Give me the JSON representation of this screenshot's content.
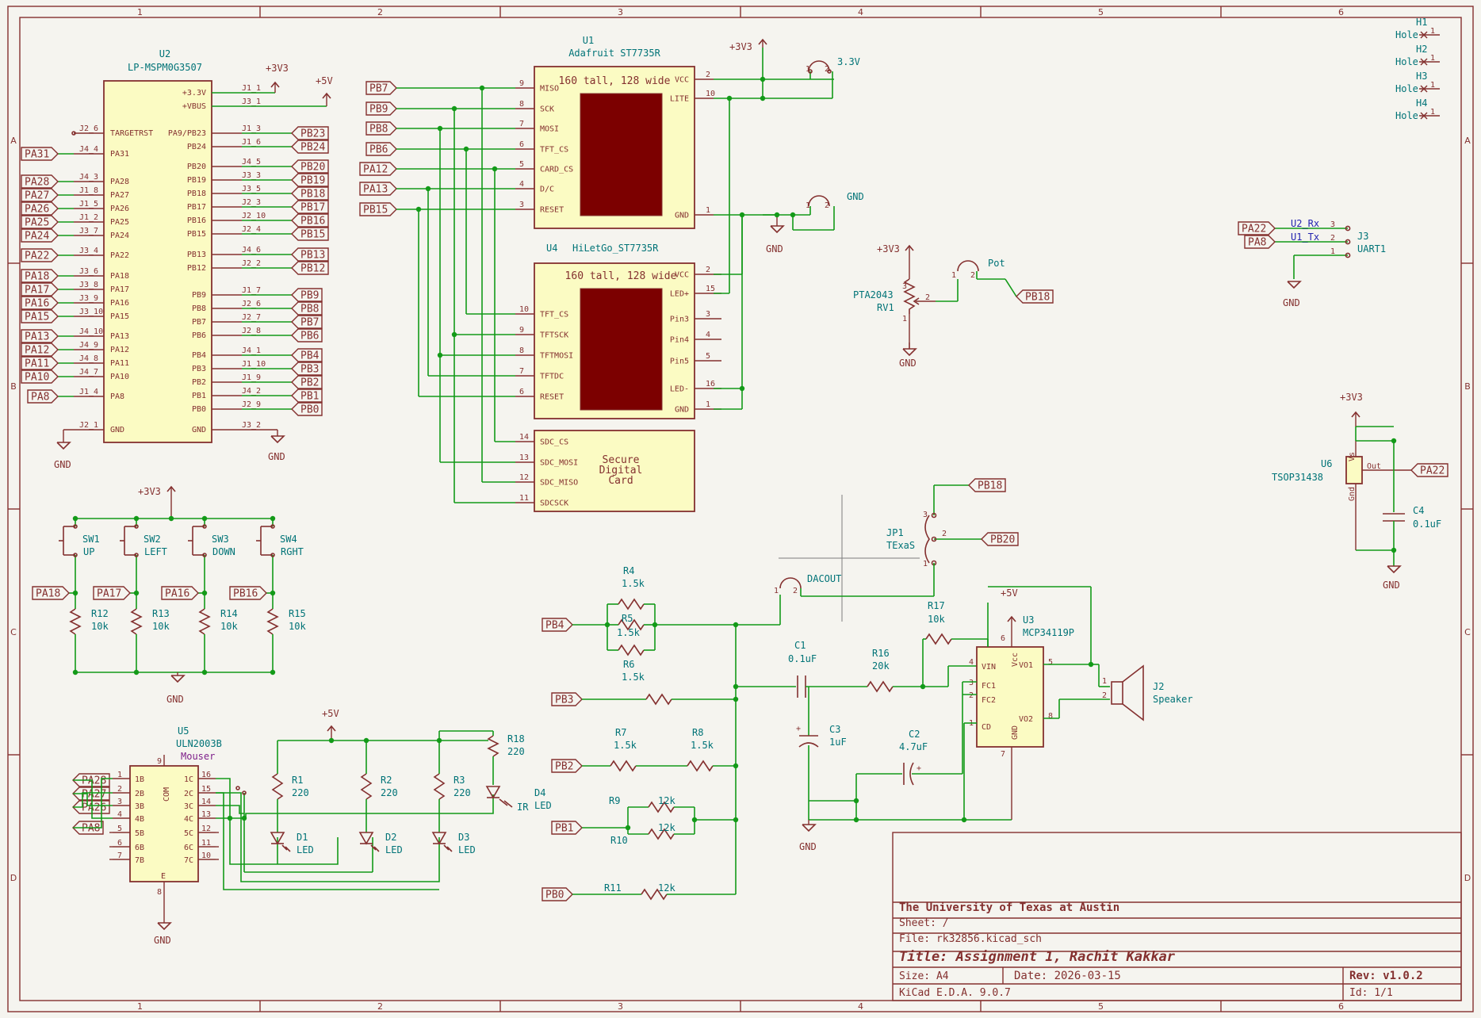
{
  "frame": {
    "col_numbers": [
      "1",
      "2",
      "3",
      "4",
      "5",
      "6"
    ],
    "row_letters": [
      "A",
      "B",
      "C",
      "D"
    ]
  },
  "title_block": {
    "org": "The University of Texas at Austin",
    "sheet": "Sheet: /",
    "file": "File: rk32856.kicad_sch",
    "title": "Title: Assignment 1, Rachit Kakkar",
    "size": "Size: A4",
    "date": "Date: 2026-03-15",
    "rev": "Rev: v1.0.2",
    "tool": "KiCad E.D.A. 9.0.7",
    "id": "Id: 1/1"
  },
  "u2": {
    "ref": "U2",
    "value": "LP-MSPM0G3507",
    "left_pins": [
      {
        "name": "TARGETRST",
        "num": "J2_6",
        "label": ""
      },
      {
        "name": "PA31",
        "num": "J4_4",
        "label": "PA31"
      },
      {
        "name": "PA28",
        "num": "J4_3",
        "label": "PA28"
      },
      {
        "name": "PA27",
        "num": "J1_8",
        "label": "PA27"
      },
      {
        "name": "PA26",
        "num": "J1_5",
        "label": "PA26"
      },
      {
        "name": "PA25",
        "num": "J1_2",
        "label": "PA25"
      },
      {
        "name": "PA24",
        "num": "J3_7",
        "label": "PA24"
      },
      {
        "name": "PA22",
        "num": "J3_4",
        "label": "PA22"
      },
      {
        "name": "PA18",
        "num": "J3_6",
        "label": "PA18"
      },
      {
        "name": "PA17",
        "num": "J3_8",
        "label": "PA17"
      },
      {
        "name": "PA16",
        "num": "J3_9",
        "label": "PA16"
      },
      {
        "name": "PA15",
        "num": "J3_10",
        "label": "PA15"
      },
      {
        "name": "PA13",
        "num": "J4_10",
        "label": "PA13"
      },
      {
        "name": "PA12",
        "num": "J4_9",
        "label": "PA12"
      },
      {
        "name": "PA11",
        "num": "J4_8",
        "label": "PA11"
      },
      {
        "name": "PA10",
        "num": "J4_7",
        "label": "PA10"
      },
      {
        "name": "PA8",
        "num": "J1_4",
        "label": "PA8"
      },
      {
        "name": "GND",
        "num": "J2_1",
        "label": ""
      }
    ],
    "right_pins": [
      {
        "name": "+3.3V",
        "num": "J1_1",
        "label": ""
      },
      {
        "name": "+VBUS",
        "num": "J3_1",
        "label": ""
      },
      {
        "name": "PA9/PB23",
        "num": "J1_3",
        "label": "PB23"
      },
      {
        "name": "PB24",
        "num": "J1_6",
        "label": "PB24"
      },
      {
        "name": "PB20",
        "num": "J4_5",
        "label": "PB20"
      },
      {
        "name": "PB19",
        "num": "J3_3",
        "label": "PB19"
      },
      {
        "name": "PB18",
        "num": "J3_5",
        "label": "PB18"
      },
      {
        "name": "PB17",
        "num": "J2_3",
        "label": "PB17"
      },
      {
        "name": "PB16",
        "num": "J2_10",
        "label": "PB16"
      },
      {
        "name": "PB15",
        "num": "J2_4",
        "label": "PB15"
      },
      {
        "name": "PB13",
        "num": "J4_6",
        "label": "PB13"
      },
      {
        "name": "PB12",
        "num": "J2_2",
        "label": "PB12"
      },
      {
        "name": "PB9",
        "num": "J1_7",
        "label": "PB9"
      },
      {
        "name": "PB8",
        "num": "J2_6",
        "label": "PB8"
      },
      {
        "name": "PB7",
        "num": "J2_7",
        "label": "PB7"
      },
      {
        "name": "PB6",
        "num": "J2_8",
        "label": "PB6"
      },
      {
        "name": "PB4",
        "num": "J4_1",
        "label": "PB4"
      },
      {
        "name": "PB3",
        "num": "J1_10",
        "label": "PB3"
      },
      {
        "name": "PB2",
        "num": "J1_9",
        "label": "PB2"
      },
      {
        "name": "PB1",
        "num": "J4_2",
        "label": "PB1"
      },
      {
        "name": "PB0",
        "num": "J2_9",
        "label": "PB0"
      },
      {
        "name": "GND",
        "num": "J3_2",
        "label": ""
      }
    ]
  },
  "power": {
    "p3v3": "+3V3",
    "p5v": "+5V",
    "gnd": "GND",
    "v33": "3.3V"
  },
  "u1": {
    "ref": "U1",
    "value": "Adafruit ST7735R",
    "screen_text": "160 tall, 128 wide",
    "left_pins": [
      {
        "name": "MISO",
        "num": "9",
        "label": "PB7"
      },
      {
        "name": "SCK",
        "num": "8",
        "label": "PB9"
      },
      {
        "name": "MOSI",
        "num": "7",
        "label": "PB8"
      },
      {
        "name": "TFT_CS",
        "num": "6",
        "label": "PB6"
      },
      {
        "name": "CARD_CS",
        "num": "5",
        "label": "PA12"
      },
      {
        "name": "D/C",
        "num": "4",
        "label": "PA13"
      },
      {
        "name": "RESET",
        "num": "3",
        "label": "PB15"
      }
    ],
    "right_pins": [
      {
        "name": "VCC",
        "num": "2"
      },
      {
        "name": "LITE",
        "num": "10"
      },
      {
        "name": "GND",
        "num": "1"
      }
    ]
  },
  "u4": {
    "ref": "U4",
    "value": "HiLetGo_ST7735R",
    "screen_text": "160 tall, 128 wide",
    "left_pins": [
      {
        "name": "TFT_CS",
        "num": "10"
      },
      {
        "name": "TFTSCK",
        "num": "9"
      },
      {
        "name": "TFTMOSI",
        "num": "8"
      },
      {
        "name": "TFTDC",
        "num": "7"
      },
      {
        "name": "RESET",
        "num": "6"
      }
    ],
    "right_pins": [
      {
        "name": "VCC",
        "num": "2"
      },
      {
        "name": "LED+",
        "num": "15"
      },
      {
        "name": "Pin3",
        "num": "3"
      },
      {
        "name": "Pin4",
        "num": "4"
      },
      {
        "name": "Pin5",
        "num": "5"
      },
      {
        "name": "LED-",
        "num": "16"
      },
      {
        "name": "GND",
        "num": "1"
      }
    ],
    "sd_pins": [
      {
        "name": "SDC_CS",
        "num": "14"
      },
      {
        "name": "SDC_MOSI",
        "num": "13"
      },
      {
        "name": "SDC_MISO",
        "num": "12"
      },
      {
        "name": "SDCSCK",
        "num": "11"
      }
    ],
    "sd_text": [
      "Secure",
      "Digital",
      "Card"
    ]
  },
  "jumpers": {
    "j33": "3.3V",
    "jgnd": "GND",
    "pot": "Pot",
    "dacout": "DACOUT"
  },
  "rv1": {
    "ref": "RV1",
    "value": "PTA2043",
    "label": "PB18",
    "pins": [
      "3",
      "2",
      "1"
    ]
  },
  "holes": [
    "H1",
    "H2",
    "H3",
    "H4"
  ],
  "hole_value": "Hole",
  "j3": {
    "ref": "J3",
    "value": "UART1",
    "labels": [
      "PA22",
      "PA8"
    ],
    "nets": [
      "U2_Rx",
      "U1_Tx"
    ],
    "pins": [
      "3",
      "2",
      "1"
    ]
  },
  "u6": {
    "ref": "U6",
    "value": "TSOP31438",
    "pins": [
      "Vs",
      "Out",
      "Gnd"
    ],
    "label": "PA22"
  },
  "c4": {
    "ref": "C4",
    "value": "0.1uF"
  },
  "switches": [
    {
      "ref": "SW1",
      "value": "UP",
      "label": "PA18",
      "r": "R12",
      "rv": "10k"
    },
    {
      "ref": "SW2",
      "value": "LEFT",
      "label": "PA17",
      "r": "R13",
      "rv": "10k"
    },
    {
      "ref": "SW3",
      "value": "DOWN",
      "label": "PA16",
      "r": "R14",
      "rv": "10k"
    },
    {
      "ref": "SW4",
      "value": "RGHT",
      "label": "PB16",
      "r": "R15",
      "rv": "10k"
    }
  ],
  "dac": {
    "r4": {
      "ref": "R4",
      "value": "1.5k"
    },
    "r5": {
      "ref": "R5",
      "value": "1.5k"
    },
    "r6": {
      "ref": "R6",
      "value": "1.5k"
    },
    "r7": {
      "ref": "R7",
      "value": "1.5k"
    },
    "r8": {
      "ref": "R8",
      "value": "1.5k"
    },
    "r9": {
      "ref": "R9",
      "value": "12k"
    },
    "r10": {
      "ref": "R10",
      "value": "12k"
    },
    "r11": {
      "ref": "R11",
      "value": "12k"
    },
    "labels": [
      "PB4",
      "PB3",
      "PB2",
      "PB1",
      "PB0"
    ]
  },
  "jp1": {
    "ref": "JP1",
    "value": "TExaS",
    "labels": [
      "PB18",
      "PB20"
    ],
    "pins": [
      "3",
      "2",
      "1"
    ]
  },
  "u3": {
    "ref": "U3",
    "value": "MCP34119P",
    "pins": [
      {
        "name": "VIN",
        "num": "4"
      },
      {
        "name": "FC1",
        "num": "3"
      },
      {
        "name": "FC2",
        "num": "2"
      },
      {
        "name": "CD",
        "num": "1"
      },
      {
        "name": "VO1",
        "num": "5"
      },
      {
        "name": "VO2",
        "num": "8"
      },
      {
        "name": "Vcc",
        "num": "6"
      },
      {
        "name": "GND",
        "num": "7"
      }
    ]
  },
  "caps": {
    "c1": {
      "ref": "C1",
      "value": "0.1uF"
    },
    "c2": {
      "ref": "C2",
      "value": "4.7uF"
    },
    "c3": {
      "ref": "C3",
      "value": "1uF"
    }
  },
  "r16": {
    "ref": "R16",
    "value": "20k"
  },
  "r17": {
    "ref": "R17",
    "value": "10k"
  },
  "j2": {
    "ref": "J2",
    "value": "Speaker",
    "pins": [
      "1",
      "2"
    ]
  },
  "u5": {
    "ref": "U5",
    "value": "ULN2003B",
    "mfr": "Mouser",
    "left": [
      {
        "name": "1B",
        "num": "1"
      },
      {
        "name": "2B",
        "num": "2"
      },
      {
        "name": "3B",
        "num": "3"
      },
      {
        "name": "4B",
        "num": "4"
      },
      {
        "name": "5B",
        "num": "5"
      },
      {
        "name": "6B",
        "num": "6"
      },
      {
        "name": "7B",
        "num": "7"
      }
    ],
    "right": [
      {
        "name": "1C",
        "num": "16"
      },
      {
        "name": "2C",
        "num": "15"
      },
      {
        "name": "3C",
        "num": "14"
      },
      {
        "name": "4C",
        "num": "13"
      },
      {
        "name": "5C",
        "num": "12"
      },
      {
        "name": "6C",
        "num": "11"
      },
      {
        "name": "7C",
        "num": "10"
      }
    ],
    "com": "COM",
    "com_num": "9",
    "e": "E",
    "e_num": "8",
    "labels": [
      "PA28",
      "PA27",
      "PA26",
      "PA8"
    ]
  },
  "leds": {
    "r1": {
      "ref": "R1",
      "value": "220"
    },
    "r2": {
      "ref": "R2",
      "value": "220"
    },
    "r3": {
      "ref": "R3",
      "value": "220"
    },
    "r18": {
      "ref": "R18",
      "value": "220"
    },
    "d1": {
      "ref": "D1",
      "value": "LED"
    },
    "d2": {
      "ref": "D2",
      "value": "LED"
    },
    "d3": {
      "ref": "D3",
      "value": "LED"
    },
    "d4": {
      "ref": "D4",
      "value": "LED"
    },
    "ir": "IR"
  },
  "colors": {
    "frame": "#84302f",
    "wire": "#139a18",
    "body": "#fbfbc3",
    "ref": "#007377",
    "screen": "#7c0000",
    "bg": "#f5f4ef"
  }
}
